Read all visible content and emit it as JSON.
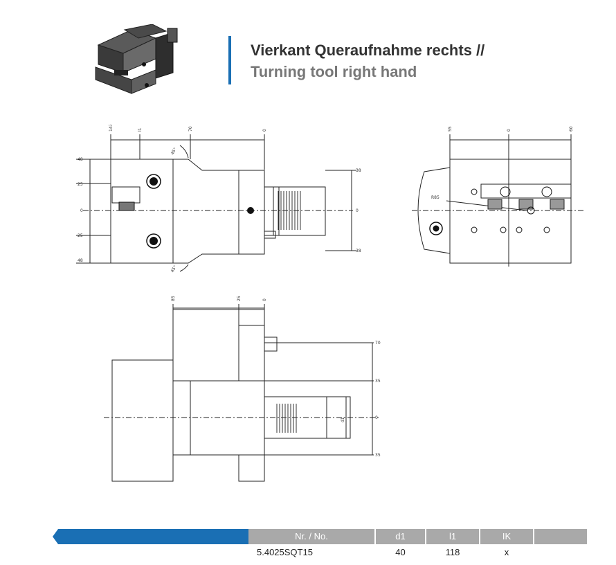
{
  "header": {
    "title_de": "Vierkant Queraufnahme rechts //",
    "title_en": "Turning tool right hand"
  },
  "drawing_front": {
    "dim_top": [
      "143",
      "l1",
      "70",
      "0"
    ],
    "dim_left": [
      "48",
      "25",
      "0",
      "25",
      "48"
    ],
    "dim_right": [
      "38",
      "0",
      "38"
    ],
    "angle": [
      "45°",
      "45°"
    ]
  },
  "drawing_side": {
    "dim_top": [
      "55",
      "0",
      "60"
    ],
    "radius": "R85"
  },
  "drawing_bottom": {
    "dim_top": [
      "85",
      "25",
      "0"
    ],
    "dim_right": [
      "70",
      "35",
      "0",
      "35"
    ],
    "d_label": "d1"
  },
  "table": {
    "headers": [
      "Nr. / No.",
      "d1",
      "l1",
      "IK",
      ""
    ],
    "rows": [
      {
        "nr": "5.4025SQT15",
        "d1": "40",
        "l1": "118",
        "ik": "x"
      }
    ],
    "accent": "#1a6fb4",
    "header_grey": "#a9a9a9"
  }
}
